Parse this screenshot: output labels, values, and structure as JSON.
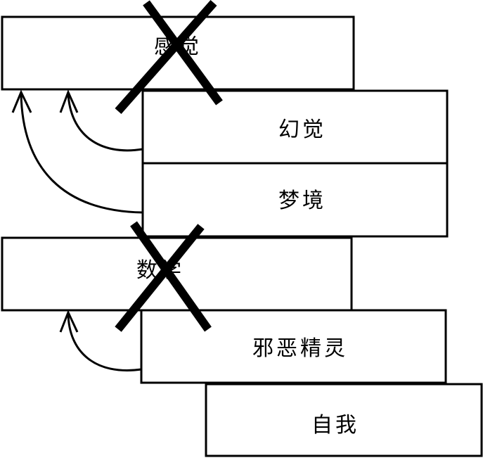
{
  "boxes": [
    {
      "id": "ganjue",
      "label": "感觉",
      "crossed": true
    },
    {
      "id": "huanjue",
      "label": "幻觉",
      "crossed": false
    },
    {
      "id": "mengjing",
      "label": "梦境",
      "crossed": false
    },
    {
      "id": "shuxue",
      "label": "数学",
      "crossed": true
    },
    {
      "id": "xieejingling",
      "label": "邪恶精灵",
      "crossed": false
    },
    {
      "id": "ziwo",
      "label": "自我",
      "crossed": false
    }
  ],
  "arrows": [
    {
      "from": "huanjue",
      "to": "ganjue"
    },
    {
      "from": "mengjing",
      "to": "ganjue"
    },
    {
      "from": "xieejingling",
      "to": "shuxue"
    }
  ]
}
